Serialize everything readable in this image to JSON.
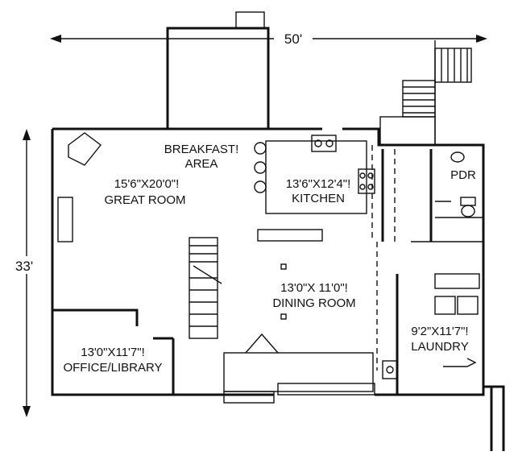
{
  "dimensions": {
    "width": "50'",
    "depth": "33'"
  },
  "rooms": {
    "breakfast_line1": "BREAKFAST!",
    "breakfast_line2": "AREA",
    "great_room_size": "15'6\"X20'0\"!",
    "great_room_name": "GREAT ROOM",
    "kitchen_size": "13'6\"X12'4\"!",
    "kitchen_name": "KITCHEN",
    "pdr_name": "PDR",
    "dining_size": "13'0\"X 11'0\"!",
    "dining_name": "DINING ROOM",
    "office_size": "13'0\"X11'7\"!",
    "office_name": "OFFICE/LIBRARY",
    "laundry_size": "9'2\"X11'7\"!",
    "laundry_name": "LAUNDRY"
  }
}
